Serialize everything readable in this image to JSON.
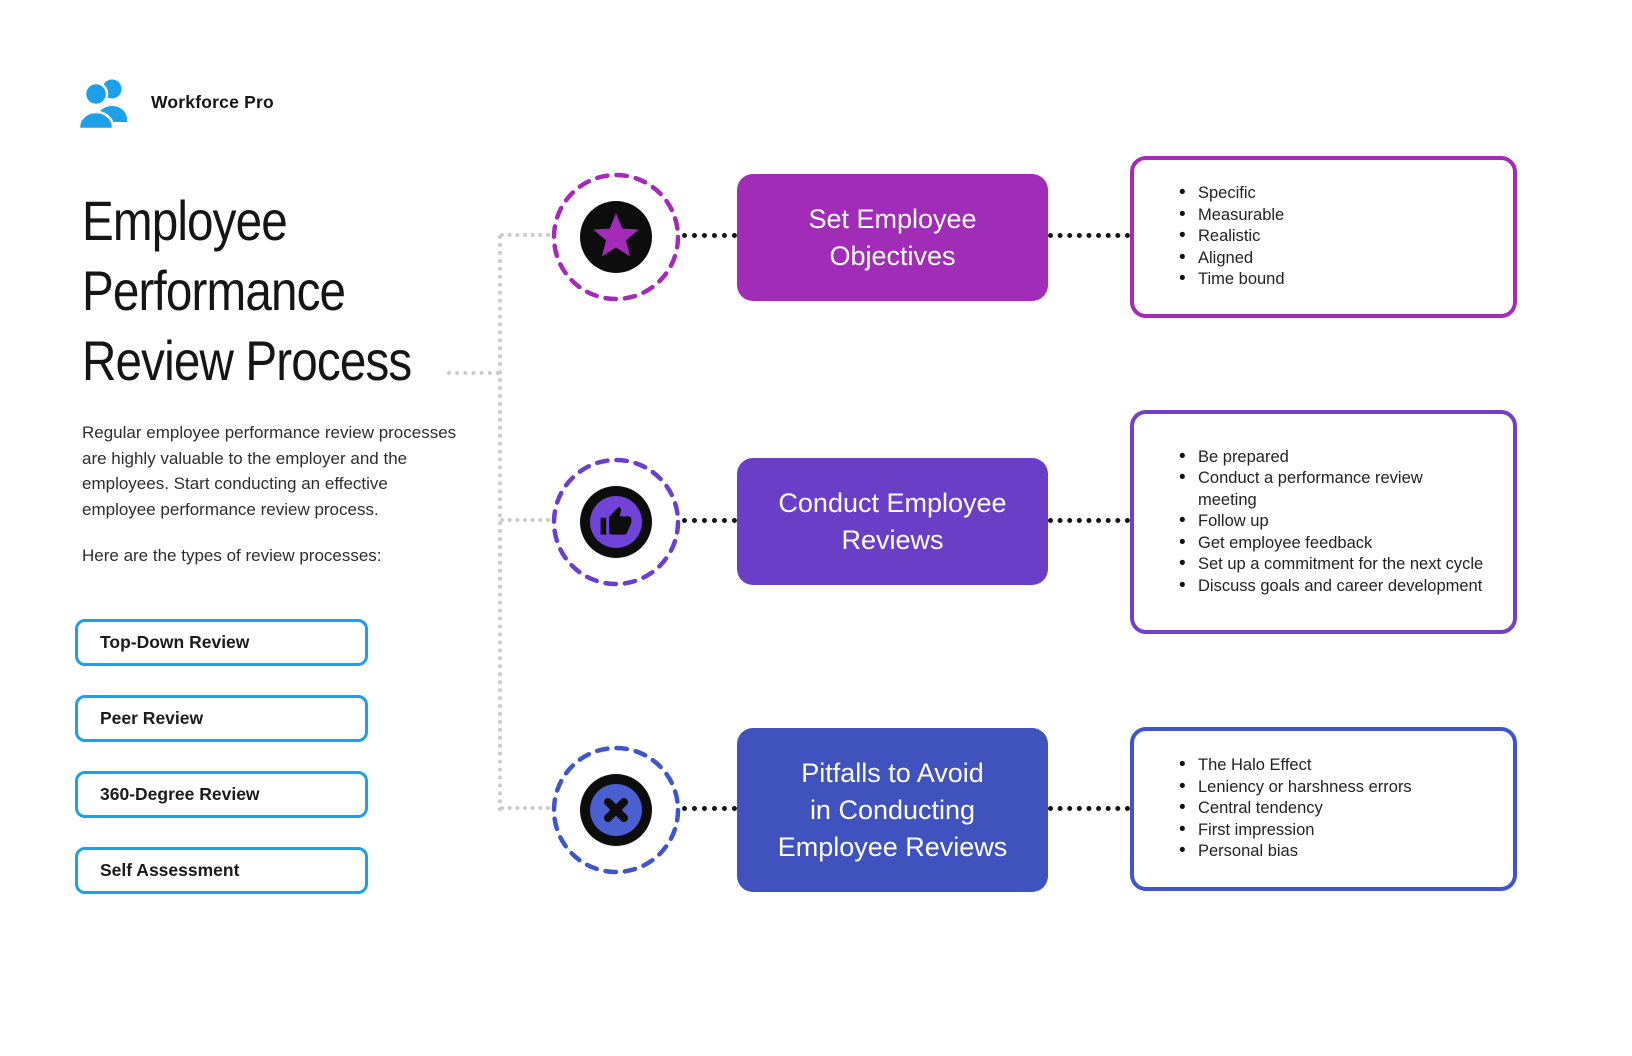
{
  "brand": {
    "name": "Workforce Pro"
  },
  "title_lines": [
    "Employee",
    "Performance",
    "Review Process"
  ],
  "intro": "Regular employee performance review processes\nare highly valuable to the employer and the\nemployees. Start conducting an effective\nemployee performance review process.",
  "subheading": "Here are the types of review processes:",
  "review_types": [
    {
      "label": "Top-Down Review"
    },
    {
      "label": "Peer Review"
    },
    {
      "label": "360-Degree Review"
    },
    {
      "label": "Self Assessment"
    }
  ],
  "flow": {
    "rows": [
      {
        "icon": "star-icon",
        "accent": "#A32BB8",
        "box_color": "#A12CB8",
        "box_lines": [
          "Set Employee",
          "Objectives"
        ],
        "bullets": [
          "Specific",
          "Measurable",
          "Realistic",
          "Aligned",
          "Time bound"
        ]
      },
      {
        "icon": "thumb-up-icon",
        "accent": "#6B3FCE",
        "box_color": "#6B3EC8",
        "box_lines": [
          "Conduct Employee",
          "Reviews"
        ],
        "bullets": [
          "Be prepared",
          "Conduct a performance review\nmeeting",
          "Follow up",
          "Get employee feedback",
          "Set up a commitment for the next cycle",
          "Discuss goals and career development"
        ]
      },
      {
        "icon": "x-icon",
        "accent": "#3E55CB",
        "box_color": "#4052BE",
        "box_lines": [
          "Pitfalls to Avoid",
          "in Conducting",
          "Employee Reviews"
        ],
        "bullets": [
          "The Halo Effect",
          "Leniency or harshness errors",
          "Central tendency",
          "First impression",
          "Personal bias"
        ]
      }
    ]
  },
  "colors": {
    "brand_blue": "#1CA0E9",
    "row1_accent": "#A32BB8",
    "row2_accent": "#6B3FCE",
    "row3_accent": "#3E55CB",
    "connector_gray": "#CBCBCB",
    "connector_black": "#151515"
  }
}
